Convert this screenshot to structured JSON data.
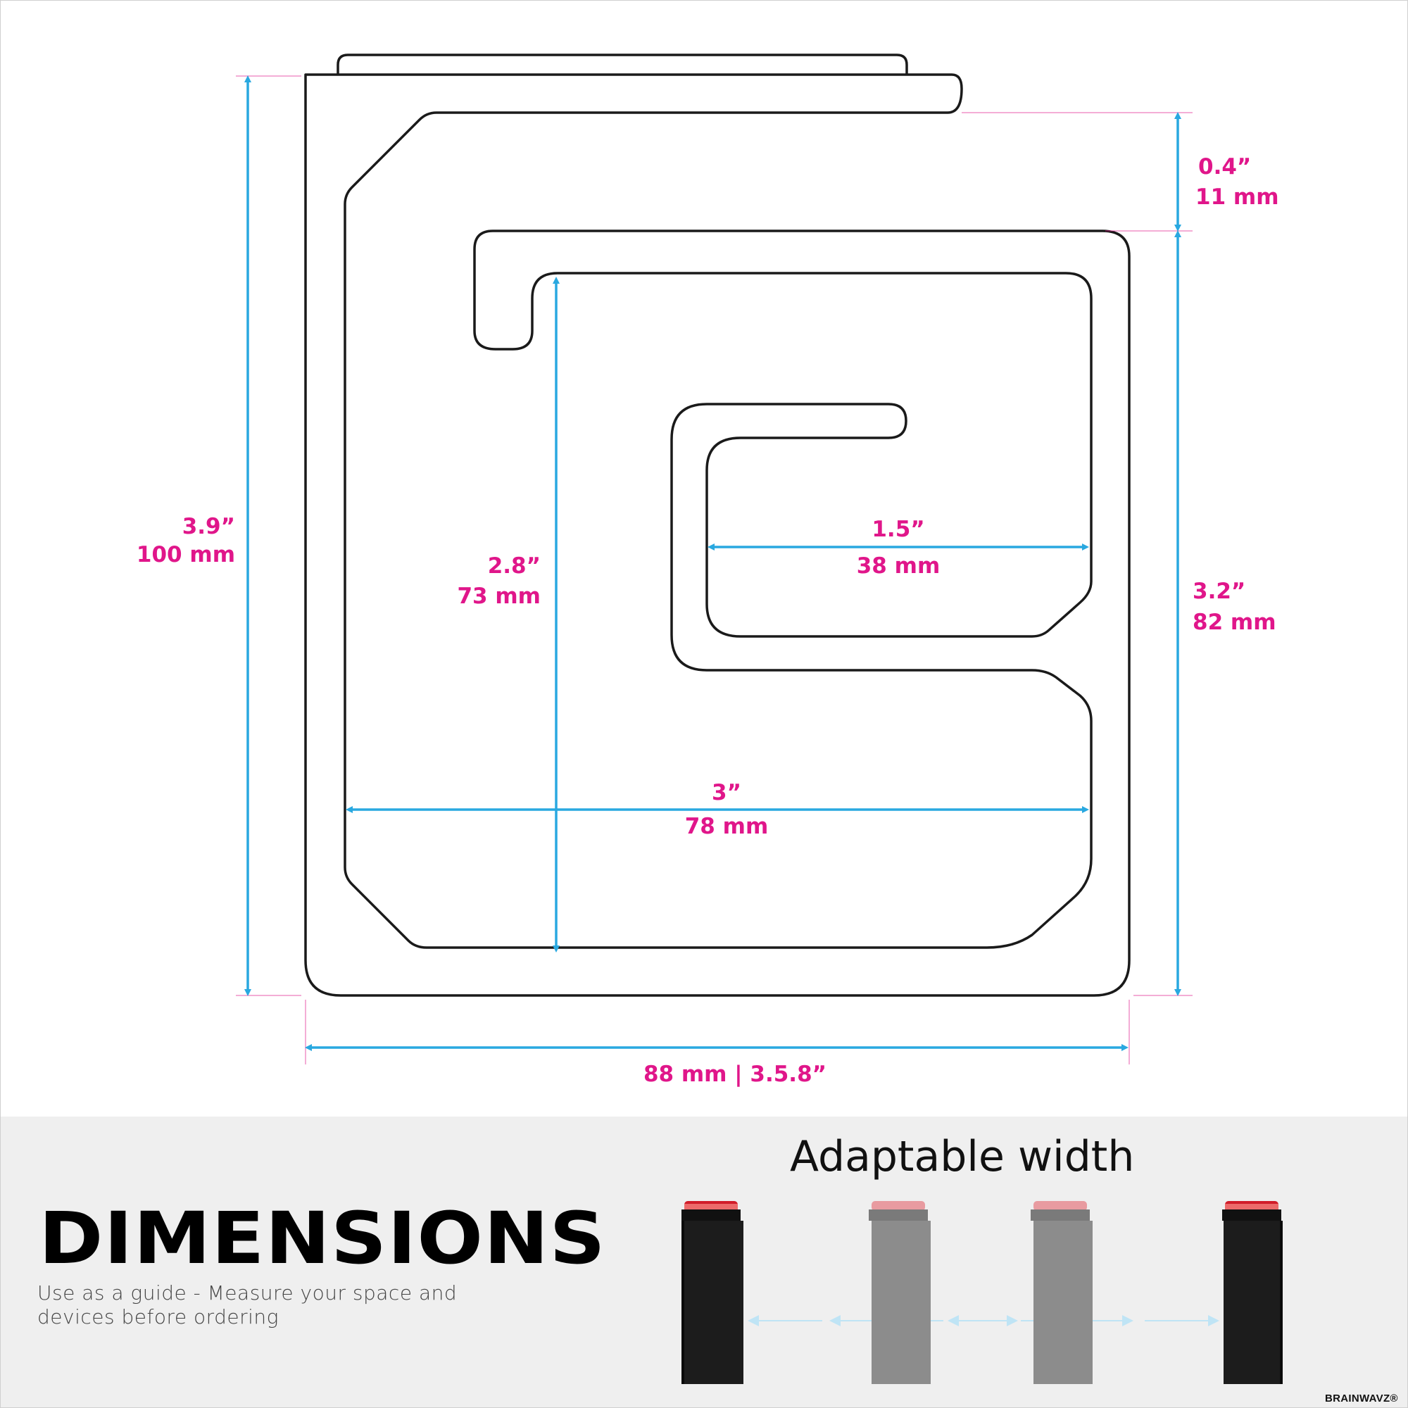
{
  "dimensions": {
    "top_gap_in": "0.4”",
    "top_gap_mm": "11 mm",
    "total_height_in": "3.9”",
    "total_height_mm": "100 mm",
    "inner_height_in": "2.8”",
    "inner_height_mm": "73 mm",
    "small_width_in": "1.5”",
    "small_width_mm": "38 mm",
    "right_height_in": "3.2”",
    "right_height_mm": "82 mm",
    "inner_width_in": "3”",
    "inner_width_mm": "78 mm",
    "overall_width": "88 mm | 3.5.8”"
  },
  "footer": {
    "heading": "DIMENSIONS",
    "subtitle": "Use as a guide - Measure your space and devices before ordering",
    "adaptable_title": "Adaptable width",
    "brand": "BRAINWAVZ®"
  },
  "colors": {
    "dimension_text": "#e0168a",
    "arrow": "#29a8e0",
    "outline": "#1a1a1a",
    "band": "#efefef"
  }
}
